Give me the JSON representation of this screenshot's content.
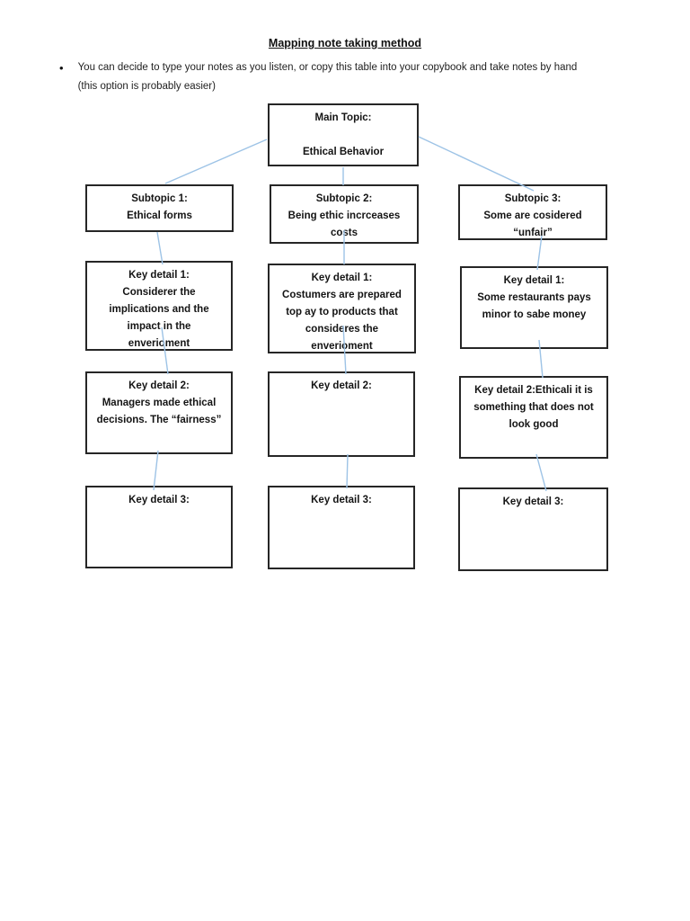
{
  "colors": {
    "connector_blue": "#9DC3E6",
    "box_border": "#262626",
    "page_background": "#FFFFFF",
    "text": "#1A1A1A"
  },
  "doc": {
    "title": "Mapping note taking method",
    "bullet_glyph": "•",
    "bullet_line1": "You can decide to type your notes as you listen, or copy this table into your copybook and take notes by hand",
    "bullet_line2": "(this option is probably easier)"
  },
  "diagram": {
    "main_topic": {
      "heading": "Main Topic:",
      "body": "Ethical Behavior"
    },
    "subtopics": [
      {
        "heading": "Subtopic 1:",
        "body": "Ethical forms"
      },
      {
        "heading": "Subtopic 2:",
        "body": "Being ethic incrceases\ncosts"
      },
      {
        "heading": "Subtopic 3:",
        "body": "Some are cosidered\n“unfair”"
      }
    ],
    "key_details": [
      [
        {
          "heading": "Key detail 1:",
          "body": "Considerer the\nimplications and the\nimpact in the\nenverioment"
        },
        {
          "heading": "Key detail 2:",
          "body": "Managers made ethical\ndecisions. The “fairness”"
        },
        {
          "heading": "Key detail 3:",
          "body": ""
        }
      ],
      [
        {
          "heading": "Key detail 1:",
          "body": "Costumers are prepared\ntop ay to products that\nconsideres the\nenverioment"
        },
        {
          "heading": "Key detail 2:",
          "body": ""
        },
        {
          "heading": "Key detail 3:",
          "body": ""
        }
      ],
      [
        {
          "heading": "Key detail 1:",
          "body": "Some restaurants pays\nminor to sabe money"
        },
        {
          "heading": "",
          "body": "Key detail 2:Ethicali it is\nsomething that does not\nlook good"
        },
        {
          "heading": "Key detail 3:",
          "body": ""
        }
      ]
    ]
  }
}
